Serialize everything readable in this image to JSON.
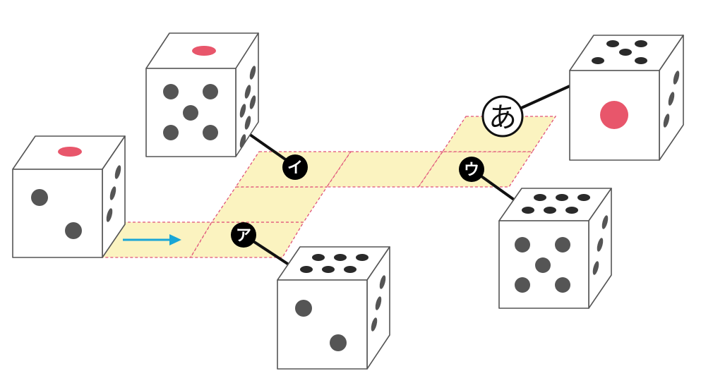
{
  "labels": {
    "a": "ア",
    "i": "イ",
    "u": "ウ",
    "answer": "あ"
  },
  "colors": {
    "path_fill": "#fbf3c0",
    "path_stroke": "#e0527a",
    "pip_dark": "#555555",
    "pip_dark_top": "#2a2a2a",
    "pip_red": "#e8566b",
    "arrow": "#1aa6d6",
    "leader": "#111111",
    "badge": "#000000",
    "badge_text": "#ffffff",
    "die_stroke": "#555555",
    "die_fill": "#ffffff"
  },
  "arrow_direction": "right"
}
